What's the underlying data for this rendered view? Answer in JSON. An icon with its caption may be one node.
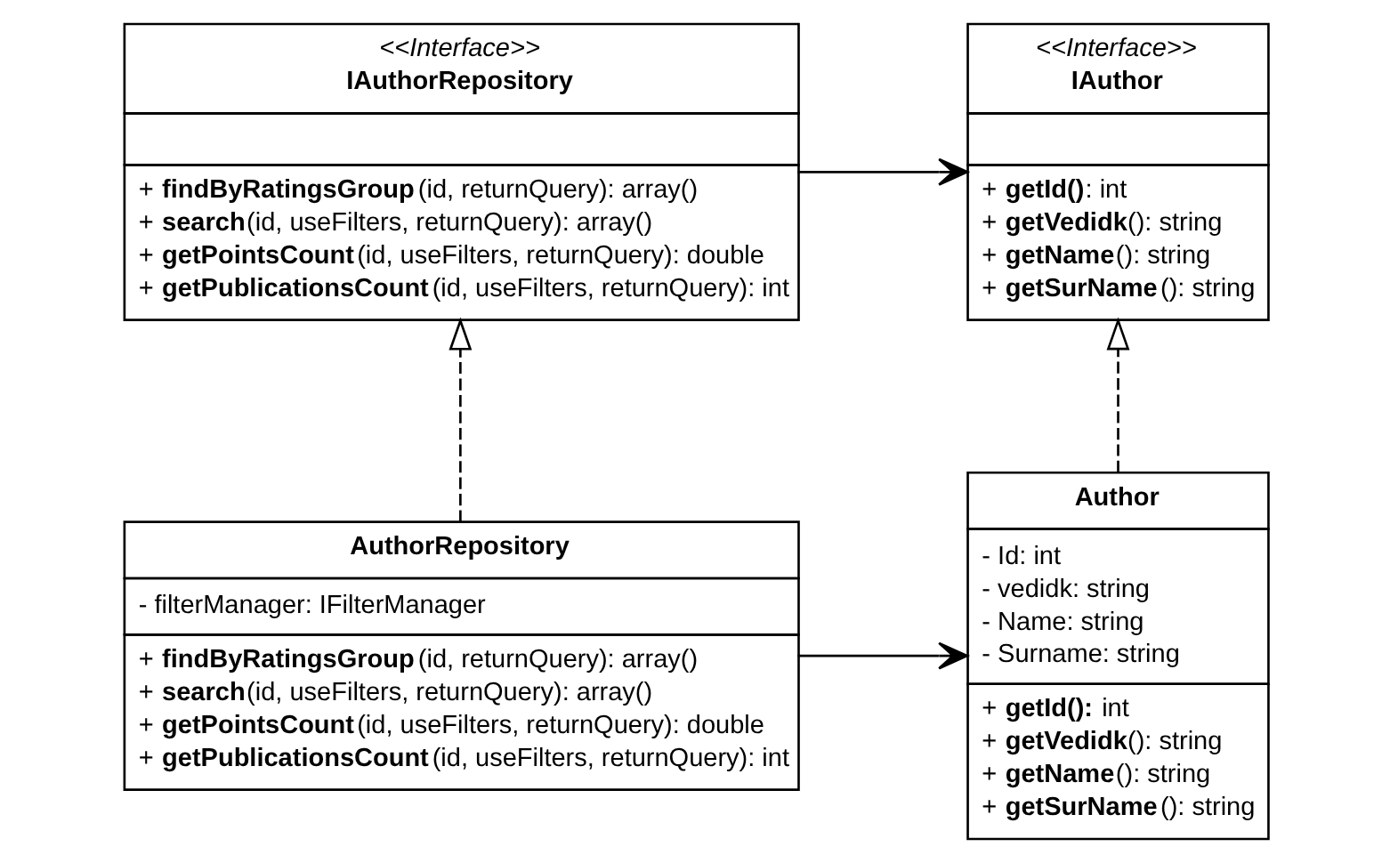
{
  "diagram": {
    "nodes": [
      {
        "text": [
          "<<Interface>>",
          "IAuthorRepository",
          "+ **findByRatingsGroup**(id, returnQuery): array()",
          "+ **search**(id, useFilters, returnQuery): array()",
          "+ **getPointsCount**(id, useFilters, returnQuery): double",
          "+ **getPublicationsCount**(id, useFilters, returnQuery): int"
        ]
      },
      {
        "text": [
          "<<Interface>>",
          "IAuthor",
          "+ **getId()**: int",
          "+ **getVedidk**(): string",
          "+ **getName**(): string",
          "+ **getSurName**(): string"
        ]
      },
      {
        "text": [
          "AuthorRepository",
          "- filterManager: IFilterManager",
          "+ **findByRatingsGroup**(id, returnQuery): array()",
          "+ **search**(id, useFilters, returnQuery): array()",
          "+ **getPointsCount**(id, useFilters, returnQuery): double",
          "+ **getPublicationsCount**(id, useFilters, returnQuery): int"
        ]
      },
      {
        "text": [
          "Author",
          "- Id: int",
          "- vedidk: string",
          "- Name: string",
          "- Surname: string",
          "+ **getId():** int",
          "+ **getVedidk**(): string",
          "+ **getName**(): string",
          "+ **getSurName**(): string"
        ]
      }
    ],
    "edges": [
      {
        "from": 0,
        "to": 1,
        "arrow": "to"
      },
      {
        "from": 2,
        "to": 0,
        "arrow": "to",
        "style": "dashed"
      },
      {
        "from": 3,
        "to": 1,
        "arrow": "to",
        "style": "dashed"
      },
      {
        "from": 2,
        "to": 3,
        "arrow": "to"
      }
    ]
  }
}
